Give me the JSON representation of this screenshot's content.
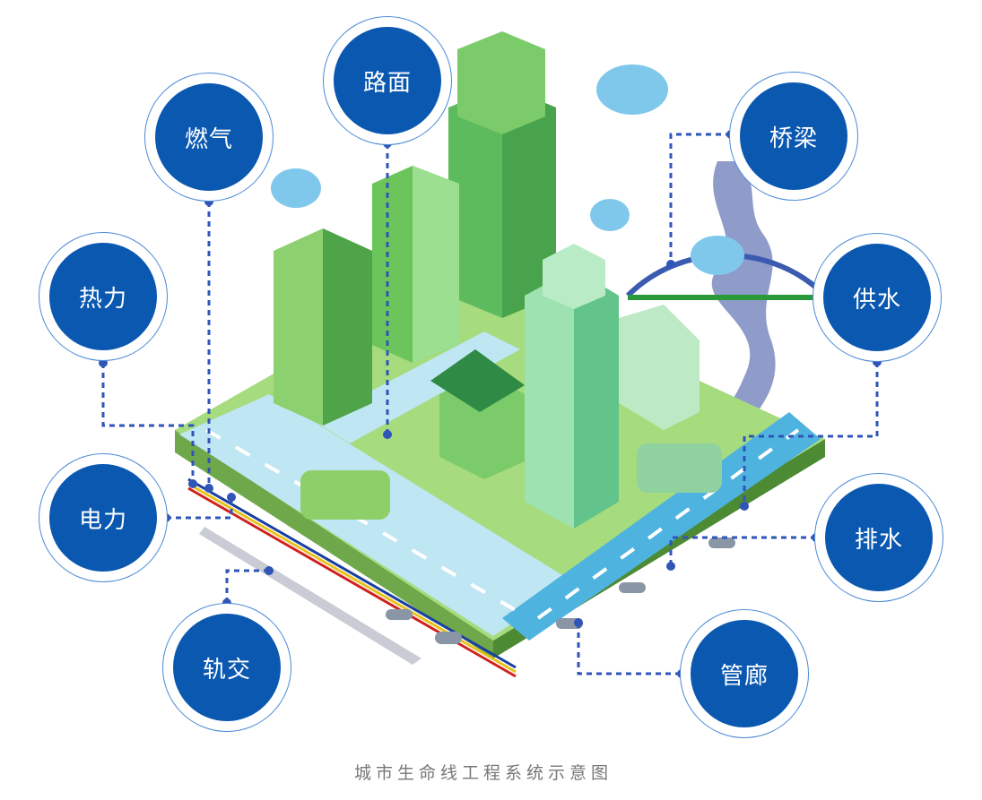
{
  "nodes": [
    {
      "id": "road",
      "label": "路面"
    },
    {
      "id": "gas",
      "label": "燃气"
    },
    {
      "id": "heat",
      "label": "热力"
    },
    {
      "id": "power",
      "label": "电力"
    },
    {
      "id": "rail",
      "label": "轨交"
    },
    {
      "id": "corridor",
      "label": "管廊"
    },
    {
      "id": "drainage",
      "label": "排水"
    },
    {
      "id": "water",
      "label": "供水"
    },
    {
      "id": "bridge",
      "label": "桥梁"
    }
  ],
  "caption": "城市生命线工程系统示意图",
  "colors": {
    "node_fill": "#0b58b1",
    "connector": "#2f55b8",
    "ground": "#8fcf6a",
    "road": "#6cc3e6",
    "building": "#5dbb5e"
  }
}
